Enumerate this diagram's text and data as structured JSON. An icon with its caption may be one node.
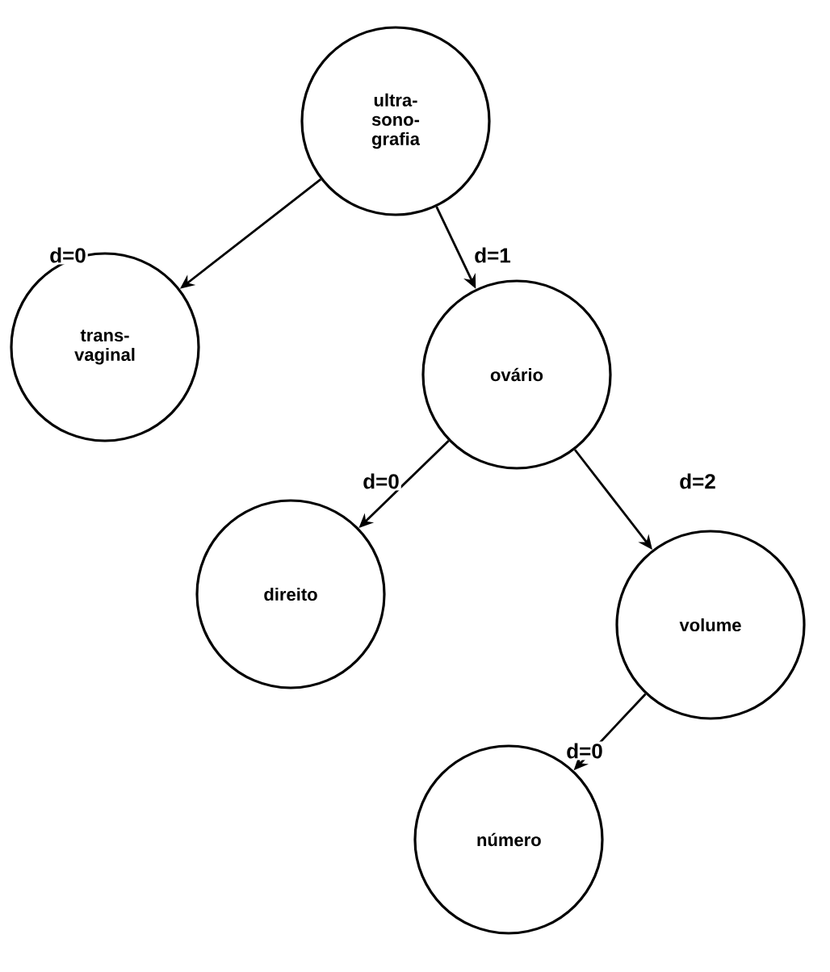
{
  "diagram": {
    "nodes": [
      {
        "text": [
          "ultra- sono- grafia"
        ]
      },
      {
        "text": [
          "trans- vaginal"
        ]
      },
      {
        "text": [
          "ovário"
        ]
      },
      {
        "text": [
          "direito"
        ]
      },
      {
        "text": [
          "volume"
        ]
      },
      {
        "text": [
          "número"
        ]
      }
    ],
    "edges": [
      {
        "from": 0,
        "to": 1,
        "arrow": "to",
        "label": "d=0"
      },
      {
        "from": 0,
        "to": 2,
        "arrow": "to",
        "label": "d=1"
      },
      {
        "from": 2,
        "to": 3,
        "arrow": "to",
        "label": "d=0"
      },
      {
        "from": 2,
        "to": 4,
        "arrow": "to",
        "label": "d=2"
      },
      {
        "from": 4,
        "to": 5,
        "arrow": "to",
        "label": "d=0"
      }
    ]
  }
}
